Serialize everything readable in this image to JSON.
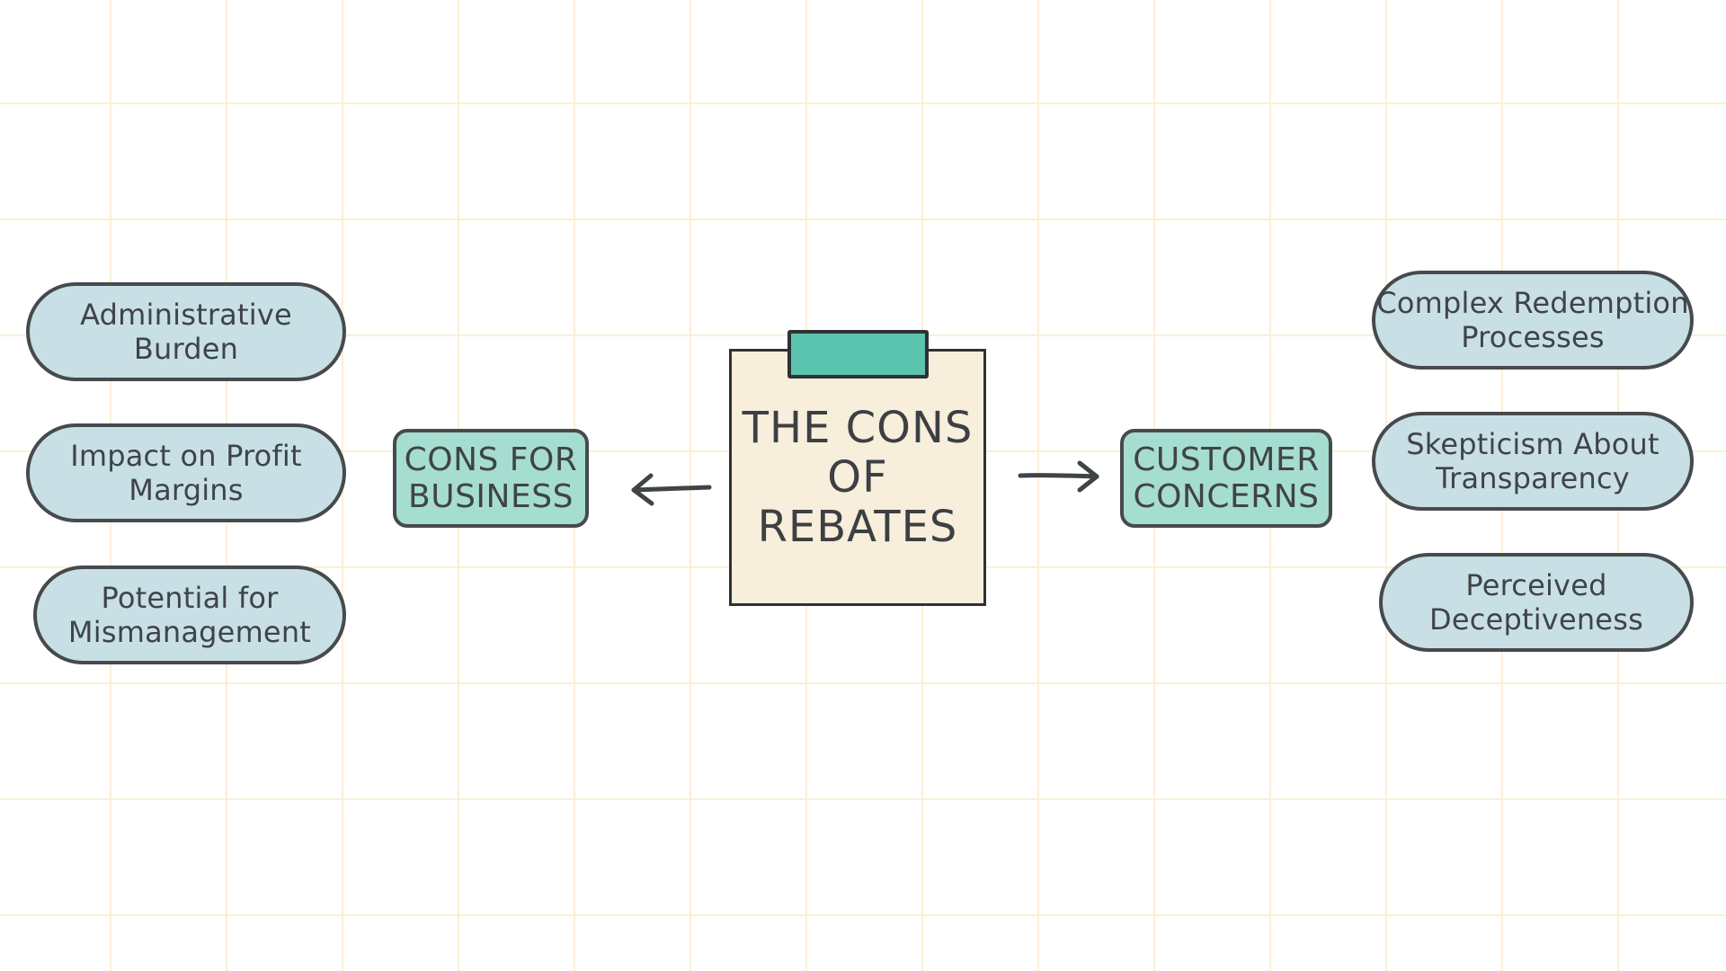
{
  "center": {
    "title": "THE CONS\nOF\nREBATES"
  },
  "left": {
    "category": "CONS FOR\nBUSINESS",
    "items": [
      "Administrative\nBurden",
      "Impact on Profit\nMargins",
      "Potential for\nMismanagement"
    ]
  },
  "right": {
    "category": "CUSTOMER\nCONCERNS",
    "items": [
      "Complex Redemption\nProcesses",
      "Skepticism About\nTransparency",
      "Perceived\nDeceptiveness"
    ]
  },
  "colors": {
    "pill_fill": "#c8dfe6",
    "category_fill": "#a6ddd1",
    "note_fill": "#f7eedb",
    "tape_fill": "#5bc4ae",
    "outline": "#474a4c",
    "grid_line": "#fbefd6"
  }
}
